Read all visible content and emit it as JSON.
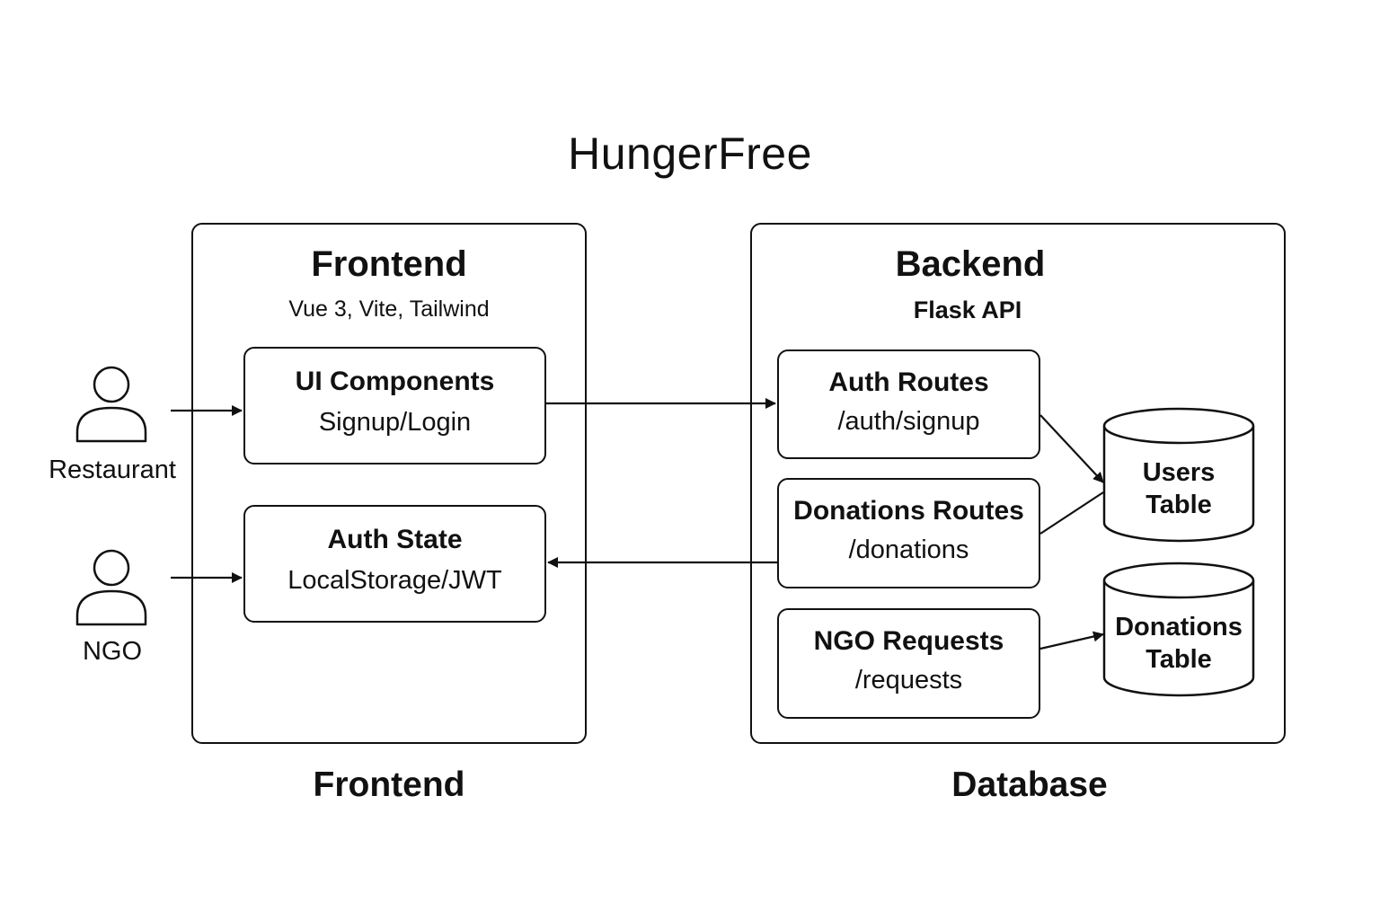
{
  "title": "HungerFree",
  "frontend": {
    "title": "Frontend",
    "subtitle": "Vue 3, Vite, Tailwind",
    "boxes": [
      {
        "title": "UI Components",
        "subtitle": "Signup/Login"
      },
      {
        "title": "Auth State",
        "subtitle": "LocalStorage/JWT"
      }
    ]
  },
  "backend": {
    "title": "Backend",
    "subtitle": "Flask API",
    "boxes": [
      {
        "title": "Auth Routes",
        "subtitle": "/auth/signup"
      },
      {
        "title": "Donations Routes",
        "subtitle": "/donations"
      },
      {
        "title": "NGO Requests",
        "subtitle": "/requests"
      }
    ]
  },
  "actors": [
    {
      "label": "Restaurant",
      "icon": "person-icon"
    },
    {
      "label": "NGO",
      "icon": "person-icon"
    }
  ],
  "databases": [
    {
      "line1": "Users",
      "line2": "Table",
      "icon": "cylinder-icon"
    },
    {
      "line1": "Donations",
      "line2": "Table",
      "icon": "cylinder-icon"
    }
  ],
  "bottom_labels": {
    "left": "Frontend",
    "right": "Database"
  },
  "colors": {
    "stroke": "#111111",
    "background": "#ffffff"
  }
}
